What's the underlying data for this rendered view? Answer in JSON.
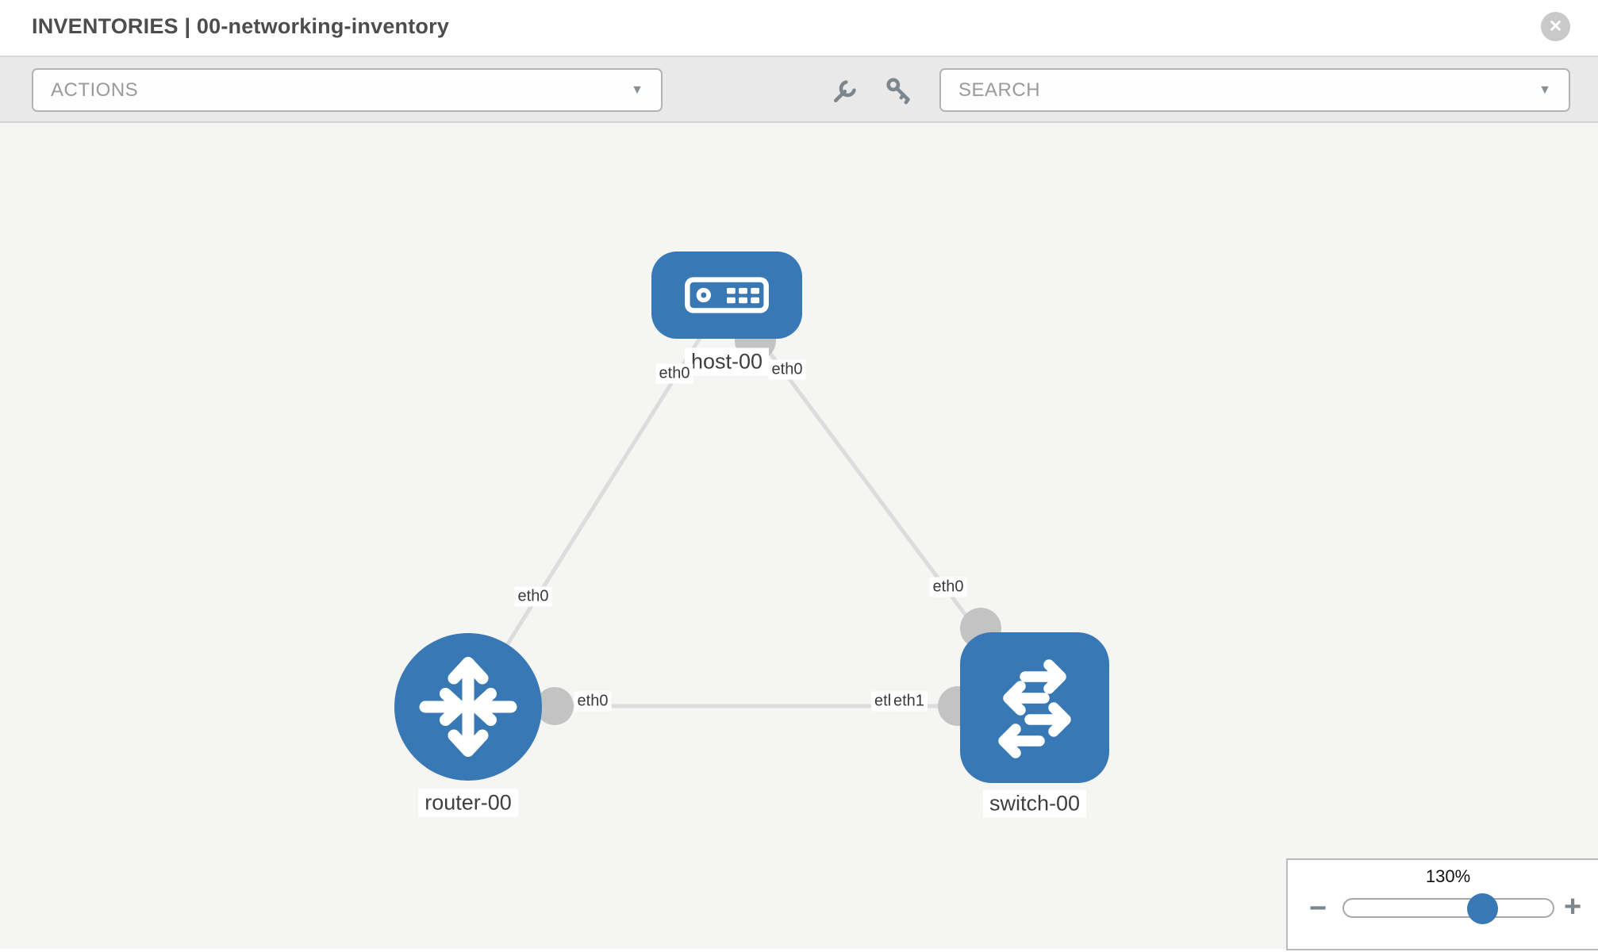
{
  "header": {
    "title": "INVENTORIES | 00-networking-inventory"
  },
  "icons": {
    "close": "✕",
    "caret": "▼",
    "minus": "−",
    "plus": "+"
  },
  "toolbar": {
    "actions_label": "ACTIONS",
    "search_label": "SEARCH"
  },
  "topology": {
    "nodes": [
      {
        "id": "host-00",
        "type": "host",
        "label": "host-00"
      },
      {
        "id": "router-00",
        "type": "router",
        "label": "router-00"
      },
      {
        "id": "switch-00",
        "type": "switch",
        "label": "switch-00"
      }
    ],
    "links": [
      {
        "from": "host-00",
        "from_interface": "eth0",
        "to": "router-00",
        "to_interface": "eth0"
      },
      {
        "from": "host-00",
        "from_interface": "eth0",
        "to": "switch-00",
        "to_interface": "eth0"
      },
      {
        "from": "router-00",
        "from_interface": "eth0",
        "to": "switch-00",
        "to_interface": "eth1"
      }
    ],
    "interface_labels": [
      {
        "text": "eth0"
      },
      {
        "text": "eth0"
      },
      {
        "text": "eth0"
      },
      {
        "text": "eth0"
      },
      {
        "text": "eth0"
      },
      {
        "text": "eth0"
      },
      {
        "text": "eth1"
      }
    ]
  },
  "zoom_panel": {
    "level": "130%"
  },
  "colors": {
    "node_blue": "#3878b4",
    "link_gray": "#dcdcdc",
    "interface_dot_gray": "#c3c3c3",
    "canvas_bg": "#f5f5f4",
    "toolbar_bg": "#e9e9e9"
  }
}
